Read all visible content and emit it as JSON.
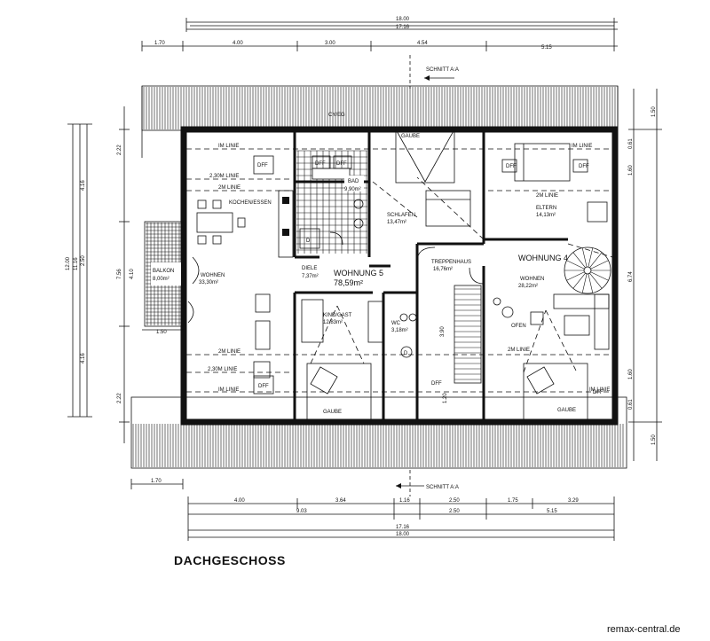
{
  "title": "DACHGESCHOSS",
  "watermark": "remax-central.de",
  "top_dims": {
    "total_outer": "18.00",
    "total_inner": "17.16",
    "segments": [
      "1.70",
      "4.00",
      "3.00",
      "4.54",
      "5.15"
    ]
  },
  "bottom_dims": {
    "left": "1.70",
    "row1": [
      "4.00",
      "3.64",
      "1.16",
      "2.50",
      "1.75",
      "3.29"
    ],
    "row2": [
      "9.03",
      "2.50",
      "5.15"
    ],
    "total_inner": "17.16",
    "total_outer": "18.00"
  },
  "left_dims": {
    "outer": [
      "12.00",
      "11.16",
      "2.50"
    ],
    "side": [
      "2.22",
      "4.16",
      "7.56",
      "4.10",
      "4.16",
      "2.22"
    ]
  },
  "right_dims": [
    "1.50",
    "0.61",
    "1.60",
    "6.74",
    "1.60",
    "0.61",
    "1.50"
  ],
  "section_marks": [
    "SCHNITT A:A",
    "SCHNITT A:A"
  ],
  "misc": {
    "cy_top": "CY/EG",
    "balkon_dim": "1.50",
    "stair_dim": "3.90",
    "stair_dim2": "1.20"
  },
  "rooms": {
    "kochen": "KOCHEN/ESSEN",
    "bad_name": "BAD",
    "bad_area": "9,90m²",
    "schlafen_name": "SCHLAFEN",
    "schlafen_area": "13,47m²",
    "eltern_name": "ELTERN",
    "eltern_area": "14,13m²",
    "balkon_name": "BALKON",
    "balkon_area": "8,00m²",
    "wohnen5_name": "WOHNEN",
    "wohnen5_area": "33,30m²",
    "diele_name": "DIELE",
    "diele_area": "7,37m²",
    "wohnung5_name": "WOHNUNG 5",
    "wohnung5_area": "78,59m²",
    "treppenhaus_name": "TREPPENHAUS",
    "treppenhaus_area": "16,76m²",
    "wohnung4_name": "WOHNUNG 4",
    "wohnen4_name": "WOHNEN",
    "wohnen4_area": "28,22m²",
    "kind_name": "KIND/GAST",
    "kind_area": "12,83m²",
    "wc_name": "WC",
    "wc_area": "3,18m²",
    "ofen": "OFEN"
  },
  "markers": {
    "im_linie": "IM LINIE",
    "zm_linie": "2M LINIE",
    "z30m_linie": "2,30M LINIE",
    "dff": "DFF",
    "gaube": "GAUBE",
    "d": "D"
  }
}
